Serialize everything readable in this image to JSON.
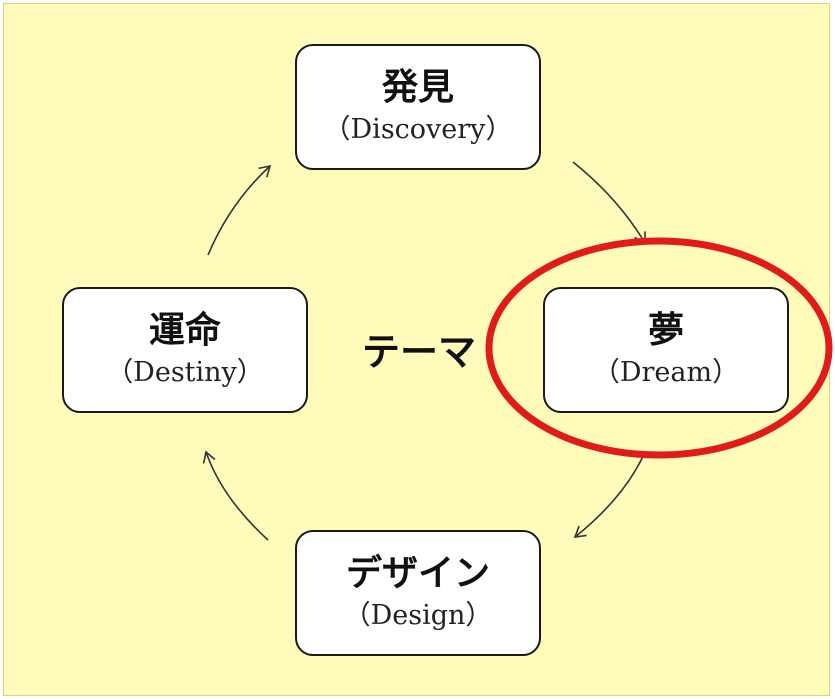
{
  "nodes": {
    "discovery": {
      "title": "発見",
      "subtitle": "（Discovery）"
    },
    "dream": {
      "title": "夢",
      "subtitle": "（Dream）"
    },
    "design": {
      "title": "デザイン",
      "subtitle": "（Design）"
    },
    "destiny": {
      "title": "運命",
      "subtitle": "（Destiny）"
    }
  },
  "center": {
    "label": "テーマ"
  },
  "colors": {
    "background": "#fffbbb",
    "highlight": "#e11a1a",
    "stroke": "#1a1a1a"
  }
}
